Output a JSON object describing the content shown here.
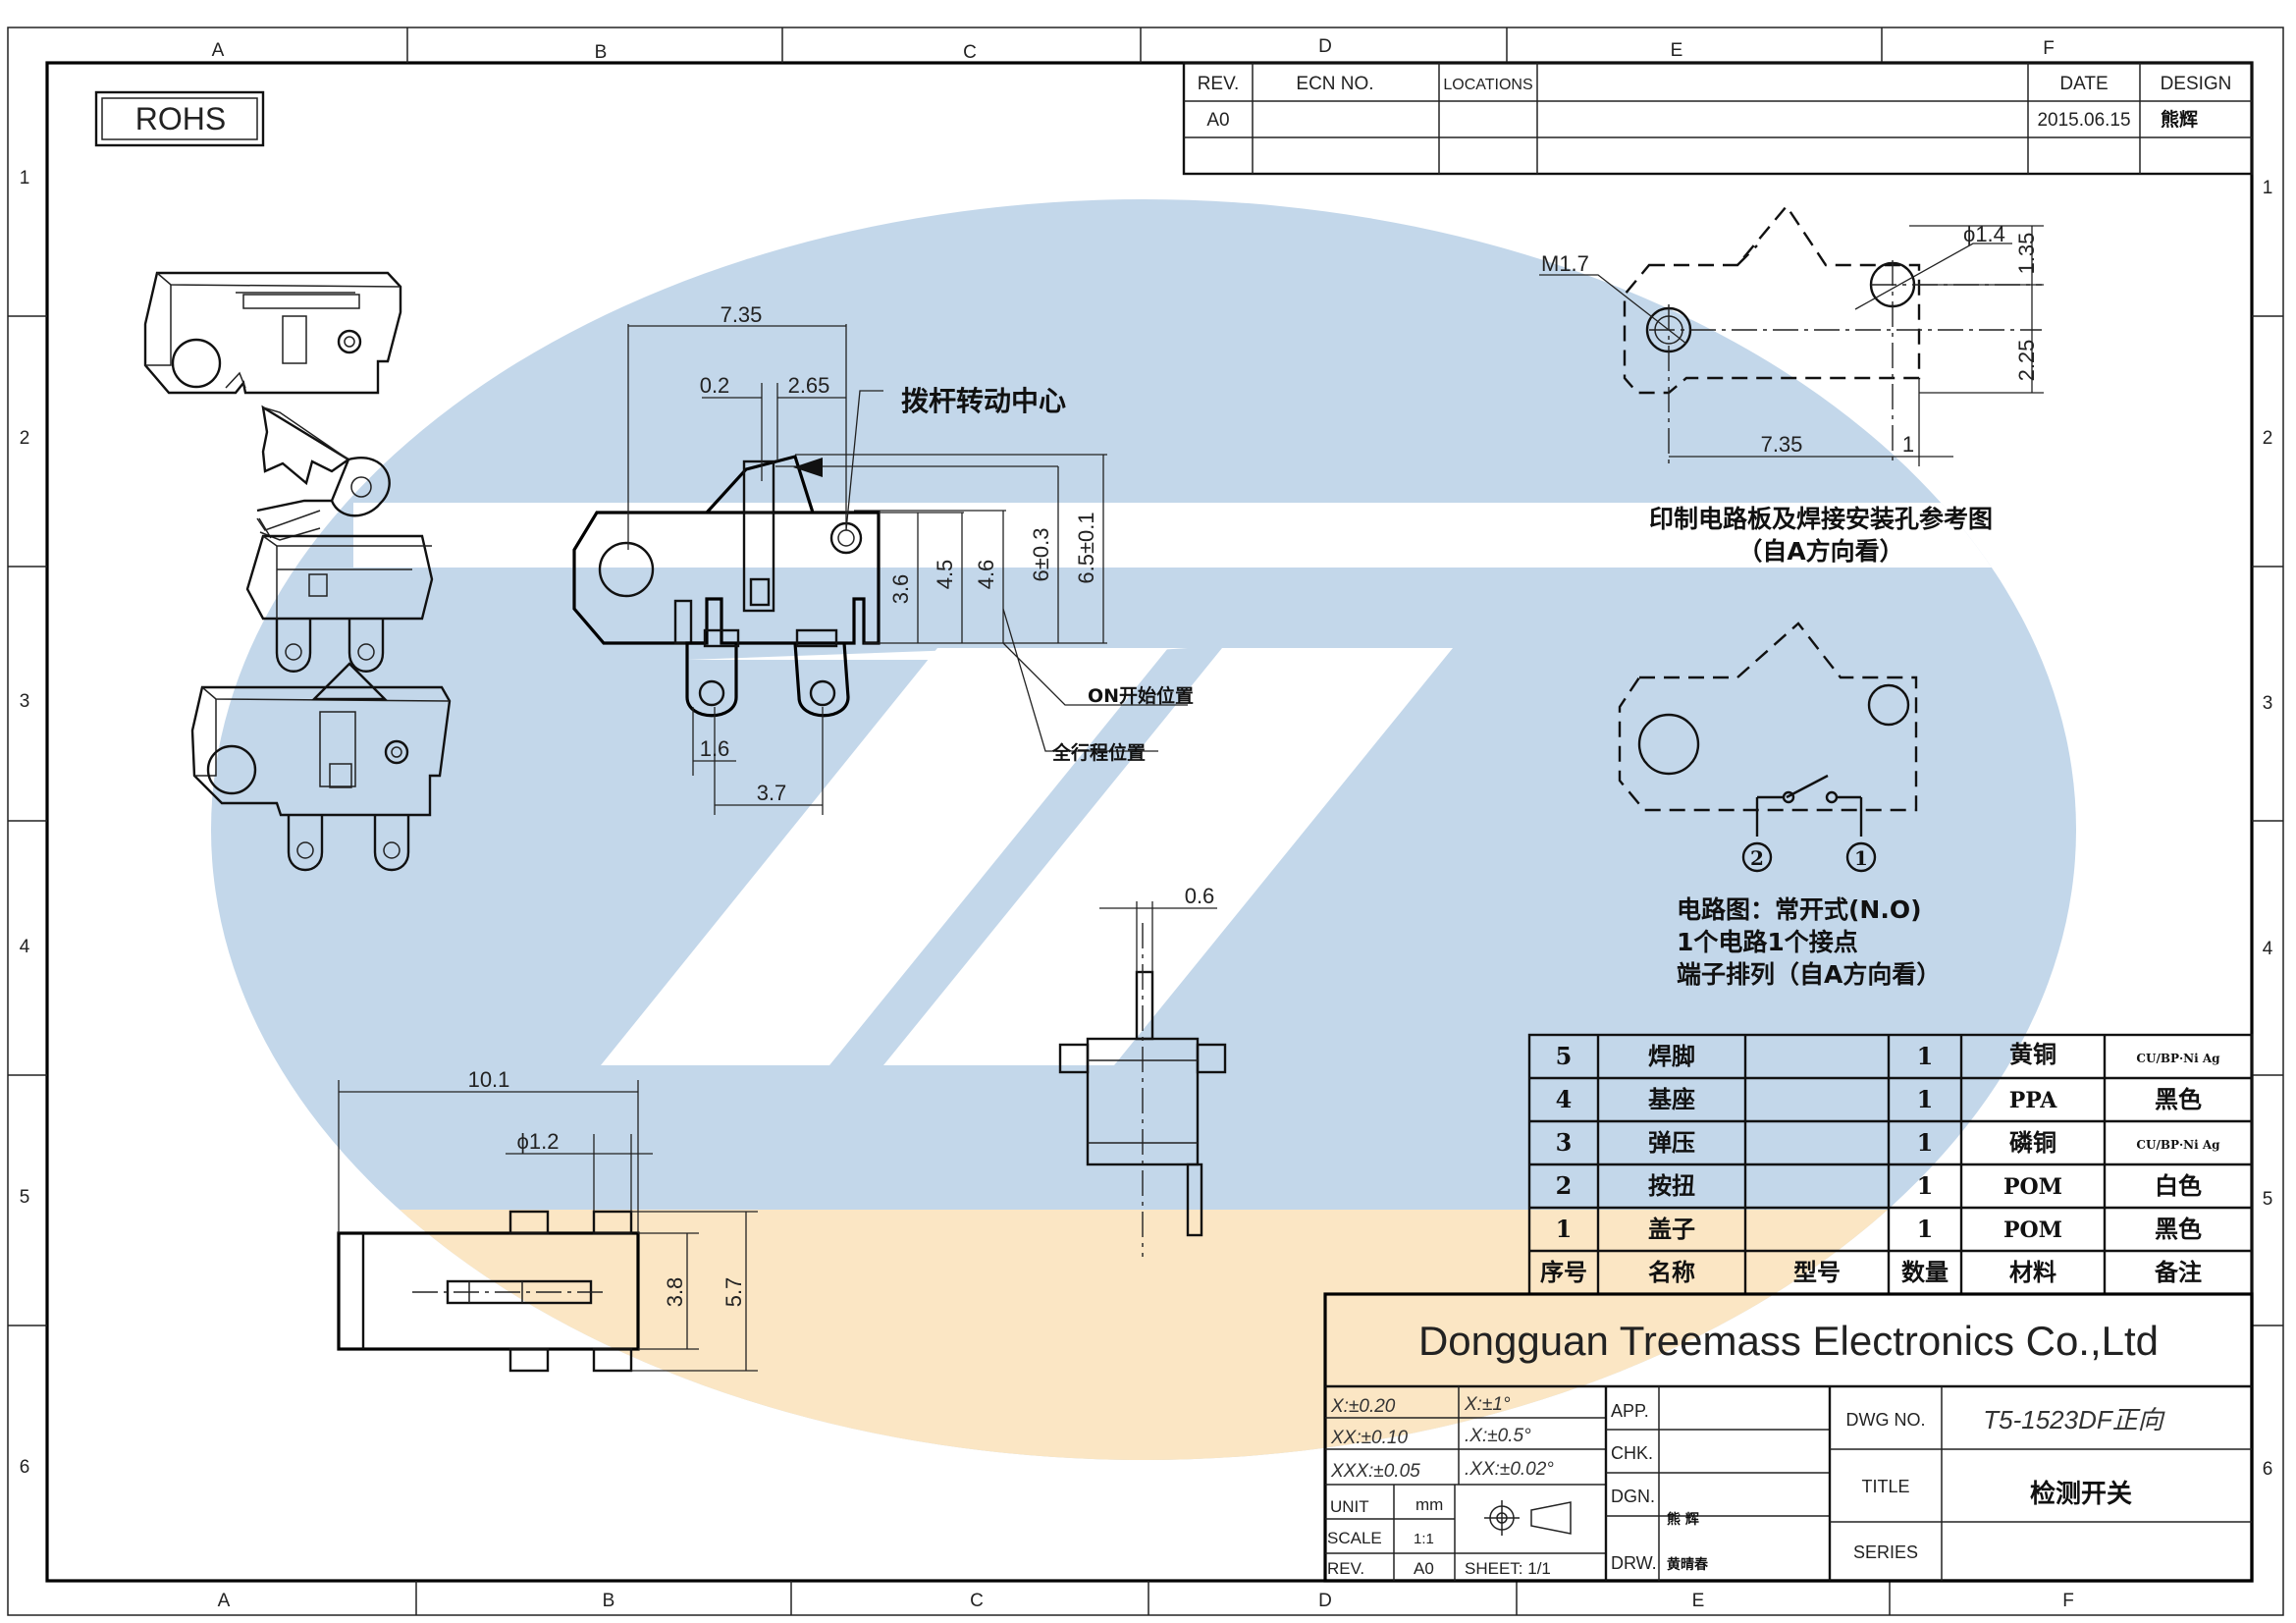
{
  "frame": {
    "cols_top": [
      "A",
      "B",
      "C",
      "D",
      "E",
      "F"
    ],
    "cols_bottom": [
      "A",
      "B",
      "C",
      "D",
      "E",
      "F"
    ],
    "rows": [
      "1",
      "2",
      "3",
      "4",
      "5",
      "6"
    ]
  },
  "rohs": "ROHS",
  "revision_table": {
    "headers": [
      "REV.",
      "ECN NO.",
      "LOCATIONS",
      "",
      "DATE",
      "DESIGN"
    ],
    "rows": [
      [
        "A0",
        "",
        "",
        "",
        "2015.06.15",
        "熊辉"
      ],
      [
        "",
        "",
        "",
        "",
        "",
        ""
      ]
    ]
  },
  "front_view": {
    "dims": [
      "7.35",
      "0.2",
      "2.65",
      "3.6",
      "4.5",
      "4.6",
      "6±0.3",
      "6.5±0.1",
      "1.6",
      "3.7"
    ],
    "pivot_label": "拨杆转动中心",
    "on_label": "ON开始位置",
    "full_travel_label": "全行程位置"
  },
  "pcb_view": {
    "dims": [
      "M1.7",
      "ϕ1.4",
      "1.35",
      "2.25",
      "7.35",
      "1"
    ],
    "caption": [
      "印制电路板及焊接安装孔参考图",
      "（自A方向看）"
    ]
  },
  "circuit": {
    "terminals": [
      "2",
      "1"
    ],
    "caption": [
      "电路图：常开式(N.O)",
      "1个电路1个接点",
      "端子排列（自A方向看）"
    ]
  },
  "side_view": {
    "dims": [
      "0.6"
    ]
  },
  "bottom_view": {
    "dims": [
      "10.1",
      "ϕ1.2",
      "3.8",
      "5.7"
    ]
  },
  "bom": {
    "rows": [
      [
        "5",
        "焊脚",
        "",
        "1",
        "黄铜",
        "CU/BP·Ni Ag"
      ],
      [
        "4",
        "基座",
        "",
        "1",
        "PPA",
        "黑色"
      ],
      [
        "3",
        "弹压",
        "",
        "1",
        "磷铜",
        "CU/BP·Ni Ag"
      ],
      [
        "2",
        "按扭",
        "",
        "1",
        "POM",
        "白色"
      ],
      [
        "1",
        "盖子",
        "",
        "1",
        "POM",
        "黑色"
      ]
    ],
    "header": [
      "序号",
      "名称",
      "型号",
      "数量",
      "材料",
      "备注"
    ]
  },
  "title_block": {
    "company": "Dongguan Treemass Electronics Co.,Ltd",
    "tolerances": [
      [
        "X:±0.20",
        "X:±1°"
      ],
      [
        "XX:±0.10",
        ".X:±0.5°"
      ],
      [
        "XXX:±0.05",
        ".XX:±0.02°"
      ]
    ],
    "unit_label": "UNIT",
    "unit_value": "mm",
    "scale_label": "SCALE",
    "scale_value": "1:1",
    "rev_label": "REV.",
    "rev_value": "A0",
    "sheet": "SHEET: 1/1",
    "approvals": [
      [
        "APP.",
        ""
      ],
      [
        "CHK.",
        ""
      ],
      [
        "DGN.",
        "熊 辉"
      ],
      [
        "DRW.",
        "黄晴春"
      ]
    ],
    "dwg_no_label": "DWG NO.",
    "dwg_no": "T5-1523DF正向",
    "title_label": "TITLE",
    "title": "检测开关",
    "series_label": "SERIES",
    "series": ""
  },
  "colors": {
    "watermark_blue": "#c3d7ea",
    "watermark_orange": "#fbe6c4",
    "line": "#111111"
  }
}
